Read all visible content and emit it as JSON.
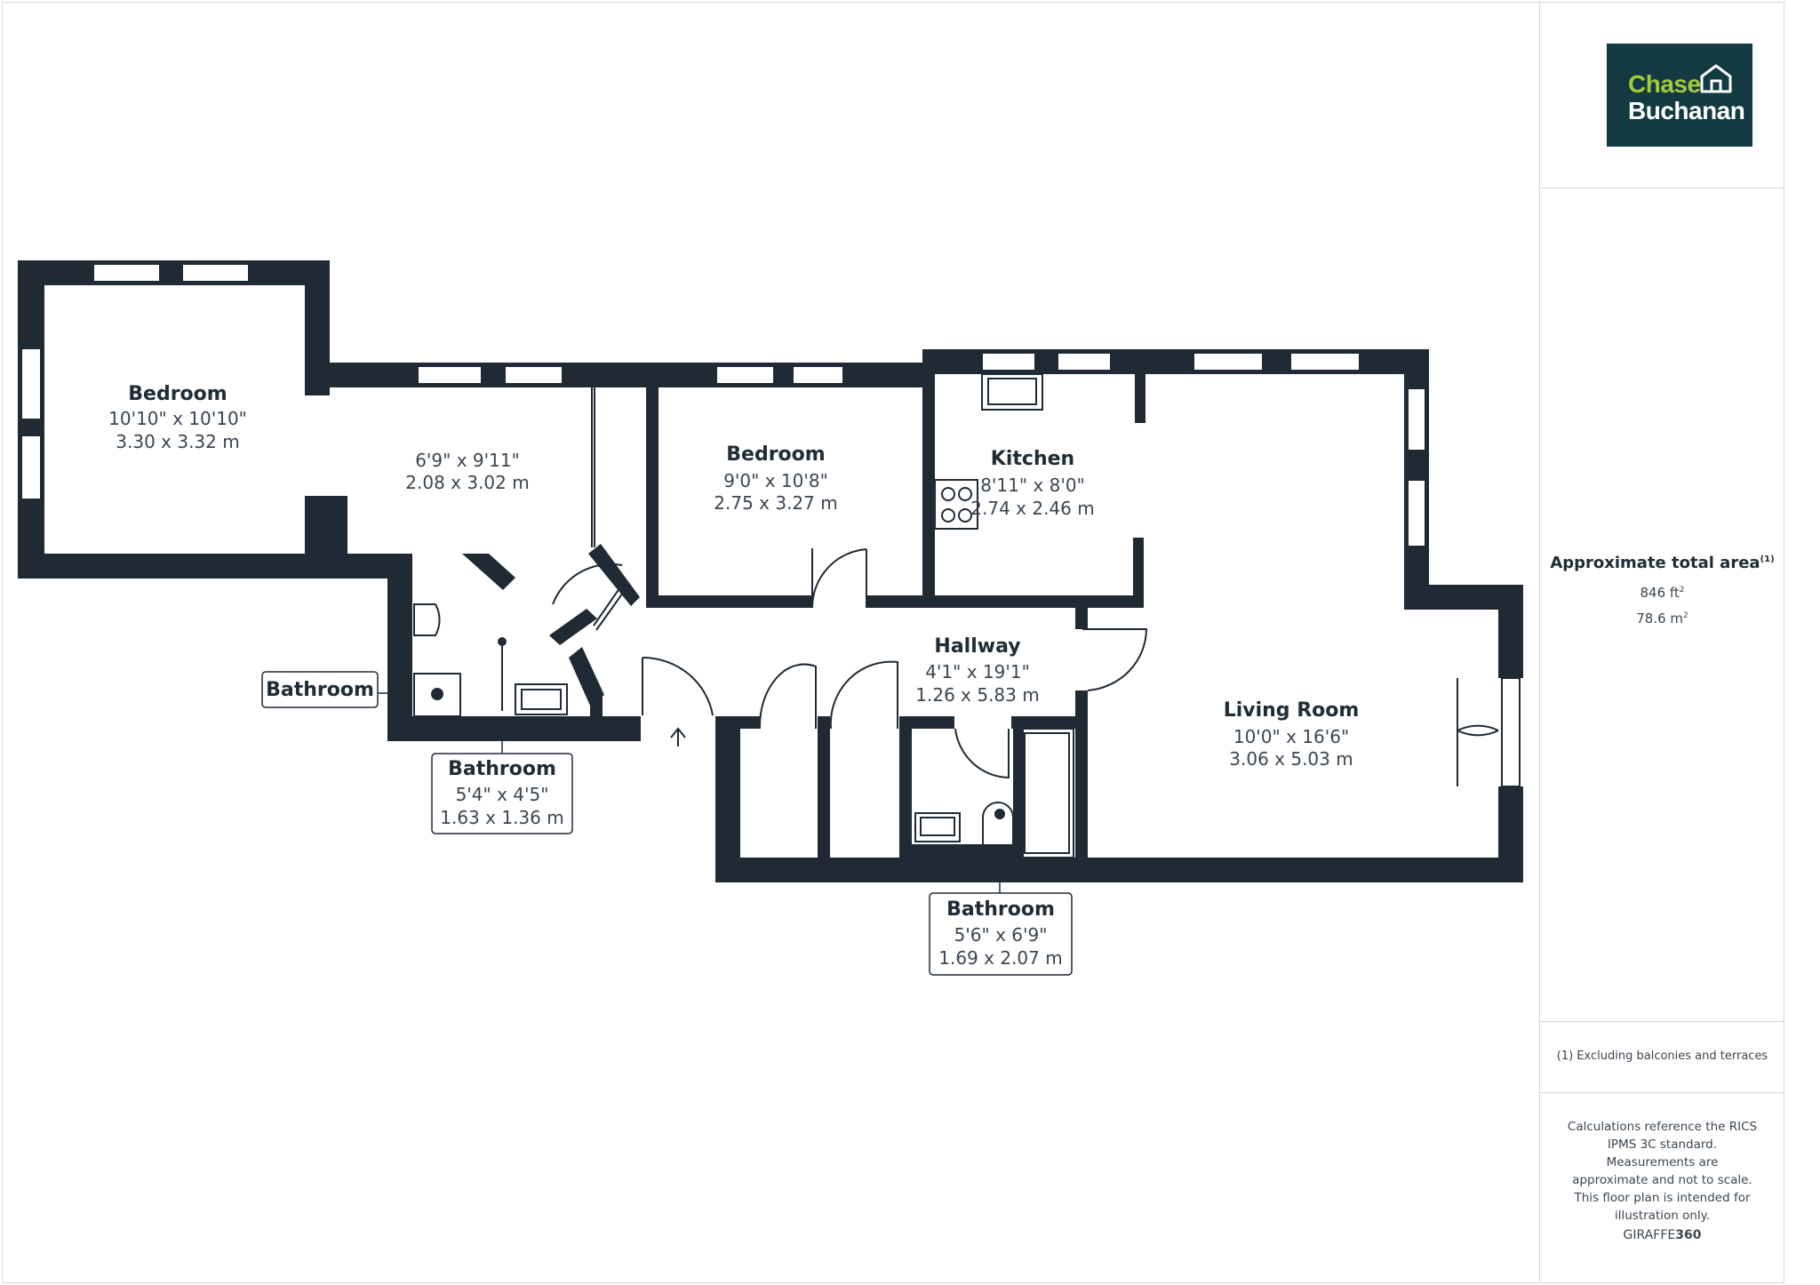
{
  "brand": {
    "line1": "Chase",
    "line2": "Buchanan",
    "accent_color": "#a6c83b",
    "bg_color": "#123a40",
    "icon": "house-icon"
  },
  "rooms": {
    "bedroom1": {
      "name": "Bedroom",
      "dim_imperial": "10'10\" x 10'10\"",
      "dim_metric": "3.30 x 3.32 m"
    },
    "area2": {
      "dim_imperial": "6'9\" x 9'11\"",
      "dim_metric": "2.08 x 3.02 m"
    },
    "bedroom2": {
      "name": "Bedroom",
      "dim_imperial": "9'0\" x 10'8\"",
      "dim_metric": "2.75 x 3.27 m"
    },
    "kitchen": {
      "name": "Kitchen",
      "dim_imperial": "8'11\" x 8'0\"",
      "dim_metric": "2.74 x 2.46 m"
    },
    "hallway": {
      "name": "Hallway",
      "dim_imperial": "4'1\" x 19'1\"",
      "dim_metric": "1.26 x 5.83 m"
    },
    "living": {
      "name": "Living Room",
      "dim_imperial": "10'0\" x 16'6\"",
      "dim_metric": "3.06 x 5.03 m"
    },
    "bath_label_left": {
      "name": "Bathroom"
    },
    "bath1": {
      "name": "Bathroom",
      "dim_imperial": "5'4\" x 4'5\"",
      "dim_metric": "1.63 x 1.36 m"
    },
    "bath2": {
      "name": "Bathroom",
      "dim_imperial": "5'6\" x 6'9\"",
      "dim_metric": "1.69 x 2.07 m"
    }
  },
  "sidebar": {
    "area_title": "Approximate total area",
    "area_footnote_mark": "(1)",
    "area_ft": "846 ft",
    "area_ft_sup": "2",
    "area_m": "78.6 m",
    "area_m_sup": "2",
    "footnote": "(1) Excluding balconies and terraces",
    "disclaimer": "Calculations reference the RICS IPMS 3C standard. Measurements are approximate and not to scale. This floor plan is intended for illustration only.",
    "credit_light": "GIRAFFE",
    "credit_bold": "360"
  },
  "colors": {
    "wall": "#1f2a35",
    "text": "#202c36",
    "border": "#d7d7d7"
  }
}
